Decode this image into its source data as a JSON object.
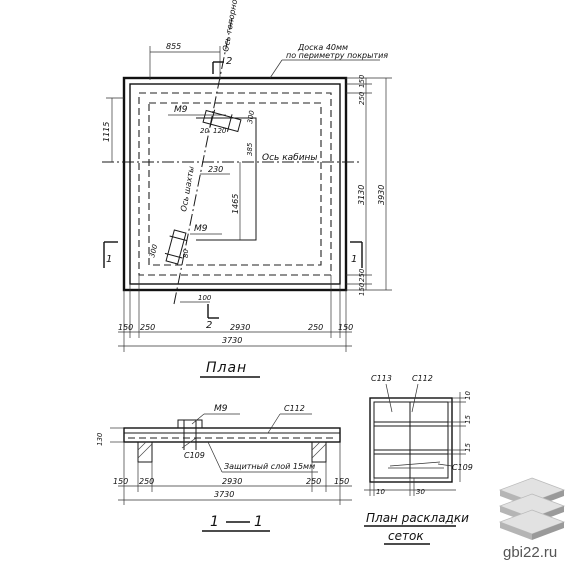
{
  "plan": {
    "title": "План",
    "top_dim": "855",
    "board_note_1": "Доска 40мм",
    "board_note_2": "по периметру покрытия",
    "axis_tank": "Ось топорного",
    "axis_cabin": "Ось кабины",
    "axis_shaft": "Ось шахты",
    "m9_top": "М9",
    "m9_bottom": "М9",
    "section_2": "2",
    "section_1": "1",
    "dim_1115": "1115",
    "dim_385": "385",
    "dim_230": "230",
    "dim_1465": "1465",
    "dim_100": "100",
    "dim_300_a": "300",
    "dim_300_b": "300",
    "dim_120": "120",
    "dim_80": "80",
    "dim_20": "20",
    "right_dims": [
      "150",
      "250",
      "3130",
      "3930",
      "250",
      "150"
    ],
    "bottom_dims": [
      "150",
      "250",
      "2930",
      "250",
      "150"
    ],
    "overall": "3730"
  },
  "section": {
    "title_left": "1",
    "title_right": "1",
    "m9": "М9",
    "c112": "С112",
    "c109": "С109",
    "protect": "Защитный слой 15мм",
    "dim_130": "130",
    "bottom_dims": [
      "150",
      "250",
      "2930",
      "250",
      "150"
    ],
    "overall": "3730"
  },
  "mesh": {
    "title_1": "План раскладки",
    "title_2": "сеток",
    "c113": "С113",
    "c112": "С112",
    "c109": "С109",
    "dims_right": [
      "10",
      "15",
      "15"
    ],
    "dims_bottom": [
      "10",
      "30"
    ]
  },
  "watermark": "gbi22.ru",
  "colors": {
    "ink": "#111111",
    "logo_light": "#d9d9d9",
    "logo_dark": "#9a9a9a"
  }
}
